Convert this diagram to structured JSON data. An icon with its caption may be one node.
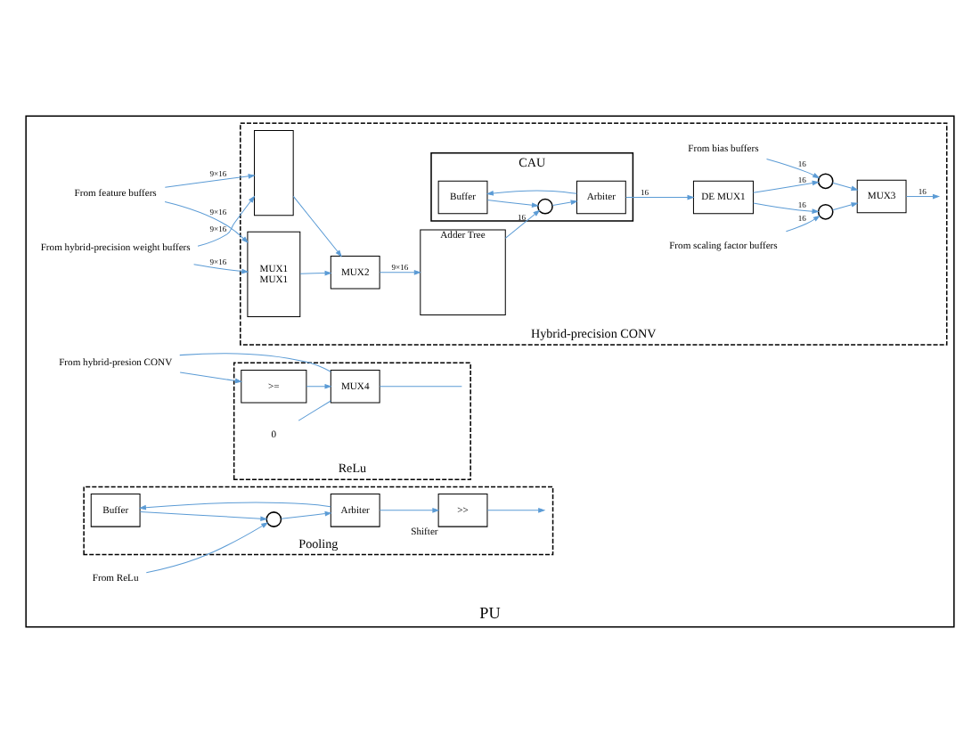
{
  "diagram": {
    "nodes": [
      {
        "text": [
          "PU"
        ]
      },
      {
        "text": [
          "Hybrid-precision CONV"
        ],
        "in": 0
      },
      {
        "text": [
          "From feature buffers"
        ],
        "in": 0
      },
      {
        "text": [
          "From hybrid-precision weight buffers"
        ],
        "in": 0
      },
      {
        "text": [],
        "shape": "box",
        "in": 1
      },
      {
        "text": [
          "MUX1",
          "MUX1"
        ],
        "in": 1
      },
      {
        "text": [
          "MUX2"
        ],
        "in": 1
      },
      {
        "text": [
          "Adder Tree"
        ],
        "in": 1
      },
      {
        "text": [
          "CAU"
        ],
        "in": 1
      },
      {
        "text": [
          "Buffer"
        ],
        "in": 8
      },
      {
        "text": [],
        "shape": "circle",
        "in": 8
      },
      {
        "text": [
          "Arbiter"
        ],
        "in": 8
      },
      {
        "text": [
          "DE MUX1"
        ],
        "in": 1
      },
      {
        "text": [],
        "shape": "circle",
        "in": 1
      },
      {
        "text": [],
        "shape": "circle",
        "in": 1
      },
      {
        "text": [
          "MUX3"
        ],
        "in": 1
      },
      {
        "text": [
          "From bias buffers"
        ],
        "in": 1
      },
      {
        "text": [
          "From scaling factor buffers"
        ],
        "in": 1
      },
      {
        "text": [
          "ReLu"
        ],
        "in": 0
      },
      {
        "text": [
          ">="
        ],
        "in": 18
      },
      {
        "text": [
          "MUX4"
        ],
        "in": 18
      },
      {
        "text": [
          "From hybrid-presion CONV"
        ],
        "in": 0
      },
      {
        "text": [
          "Pooling"
        ],
        "in": 0
      },
      {
        "text": [
          "Buffer"
        ],
        "in": 22
      },
      {
        "text": [],
        "shape": "circle",
        "in": 22
      },
      {
        "text": [
          "Arbiter"
        ],
        "in": 22
      },
      {
        "text": [
          ">>"
        ],
        "beside": [
          "Shifter"
        ],
        "in": 22
      },
      {
        "text": [
          "From ReLu"
        ],
        "in": 0
      },
      {
        "text": [
          "0"
        ],
        "in": 18
      }
    ],
    "edges": [
      {
        "from": 2,
        "to": 4,
        "arrow": "to",
        "label": "9×16"
      },
      {
        "from": 3,
        "to": 4,
        "arrow": "to",
        "label": "9×16"
      },
      {
        "from": 2,
        "to": 5,
        "arrow": "to",
        "label": "9×16"
      },
      {
        "from": 3,
        "to": 5,
        "arrow": "to",
        "label": "9×16"
      },
      {
        "from": 4,
        "to": 6,
        "arrow": "to"
      },
      {
        "from": 5,
        "to": 6,
        "arrow": "to"
      },
      {
        "from": 6,
        "to": 7,
        "arrow": "to",
        "label": "9×16"
      },
      {
        "from": 7,
        "to": 10,
        "arrow": "to",
        "label": "16"
      },
      {
        "from": 10,
        "to": 11,
        "arrow": "to"
      },
      {
        "from": 11,
        "to": 9,
        "arrow": "to"
      },
      {
        "from": 9,
        "to": 10,
        "arrow": "to"
      },
      {
        "from": 11,
        "to": 12,
        "arrow": "to",
        "label": "16"
      },
      {
        "from": 12,
        "to": 13,
        "arrow": "to",
        "label": "16"
      },
      {
        "from": 12,
        "to": 14,
        "arrow": "to",
        "label": "16"
      },
      {
        "from": 16,
        "to": 13,
        "arrow": "to",
        "label": "16"
      },
      {
        "from": 17,
        "to": 14,
        "arrow": "to",
        "label": "16"
      },
      {
        "from": 13,
        "to": 15,
        "arrow": "to"
      },
      {
        "from": 14,
        "to": 15,
        "arrow": "to"
      },
      {
        "from": 15,
        "to": 1,
        "arrow": "to",
        "label": "16"
      },
      {
        "from": 21,
        "to": 19,
        "arrow": "to"
      },
      {
        "from": 21,
        "to": 20,
        "arrow": "none"
      },
      {
        "from": 28,
        "to": 20,
        "arrow": "none"
      },
      {
        "from": 19,
        "to": 20,
        "arrow": "to"
      },
      {
        "from": 20,
        "to": 18,
        "arrow": "none"
      },
      {
        "from": 27,
        "to": 24,
        "arrow": "to"
      },
      {
        "from": 24,
        "to": 25,
        "arrow": "to"
      },
      {
        "from": 25,
        "to": 23,
        "arrow": "to"
      },
      {
        "from": 23,
        "to": 24,
        "arrow": "to"
      },
      {
        "from": 25,
        "to": 26,
        "arrow": "to"
      },
      {
        "from": 26,
        "to": 22,
        "arrow": "to"
      }
    ]
  }
}
